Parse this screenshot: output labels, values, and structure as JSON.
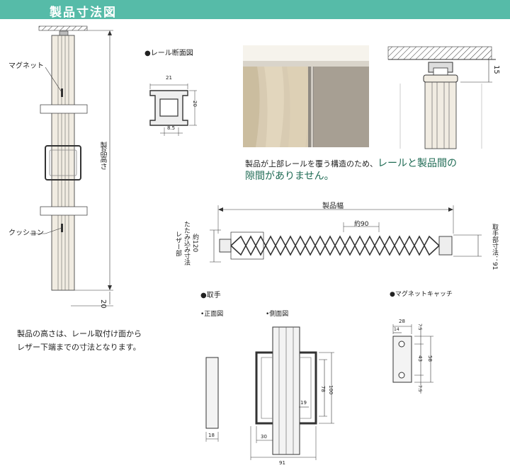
{
  "header": {
    "title": "製品寸法図"
  },
  "main_diagram": {
    "label_magnet": "マグネット",
    "label_cushion": "クッション",
    "label_height": "製品高さ",
    "dim_bottom": "20",
    "note_line1": "製品の高さは、レール取付け面から",
    "note_line2": "レザー下端までの寸法となります。"
  },
  "rail_section": {
    "title": "●レール断面図",
    "dim_width": "21",
    "dim_height": "20",
    "dim_gap": "8.5"
  },
  "photo_caption": {
    "part1": "製品が上部レールを覆う構造のため、",
    "part2a": "レールと製品間の",
    "part2b": "隙間がありません。"
  },
  "ceiling_detail": {
    "dim": "15"
  },
  "plan_view": {
    "label_width": "製品幅",
    "label_pitch": "約90",
    "label_fold_1": "レザー部",
    "label_fold_2": "たたみ込み寸法",
    "label_fold_3": "約120",
    "label_handle": "取手部寸法：91"
  },
  "handle": {
    "title": "●取手",
    "front_label": "•正面図",
    "side_label": "•側面図",
    "dim_front_w": "18",
    "dim_side_w": "30",
    "dim_total": "91",
    "dim_inner_w": "19",
    "dim_h1": "78",
    "dim_h2": "100"
  },
  "magnet_catch": {
    "title": "●マグネットキャッチ",
    "dim_w": "28",
    "dim_inner": "14",
    "dim_top": "7.5",
    "dim_mid": "43",
    "dim_total": "58",
    "dim_bottom": "7.5"
  }
}
